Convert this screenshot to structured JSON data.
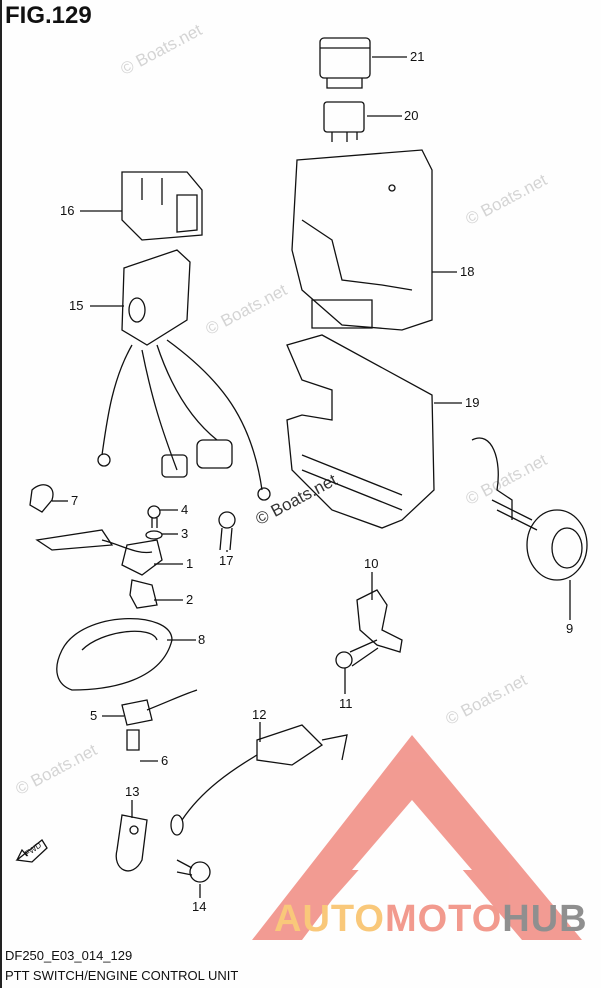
{
  "figure": {
    "label": "FIG.129",
    "code": "DF250_E03_014_129",
    "title": "PTT SWITCH/ENGINE CONTROL UNIT"
  },
  "watermark": "© Boats.net",
  "callouts": [
    "21",
    "20",
    "16",
    "18",
    "15",
    "19",
    "7",
    "4",
    "3",
    "1",
    "17",
    "2",
    "10",
    "9",
    "8",
    "11",
    "5",
    "12",
    "6",
    "13",
    "14"
  ],
  "fwd_label": "FWD",
  "logo": {
    "part1": "AUTO",
    "part2": "MOTO",
    "part3": "HUB",
    "colors": {
      "auto": "#f9c87a",
      "moto": "#f29a8e",
      "hub": "#8f8f8f",
      "triangle": "#f08a80"
    }
  }
}
